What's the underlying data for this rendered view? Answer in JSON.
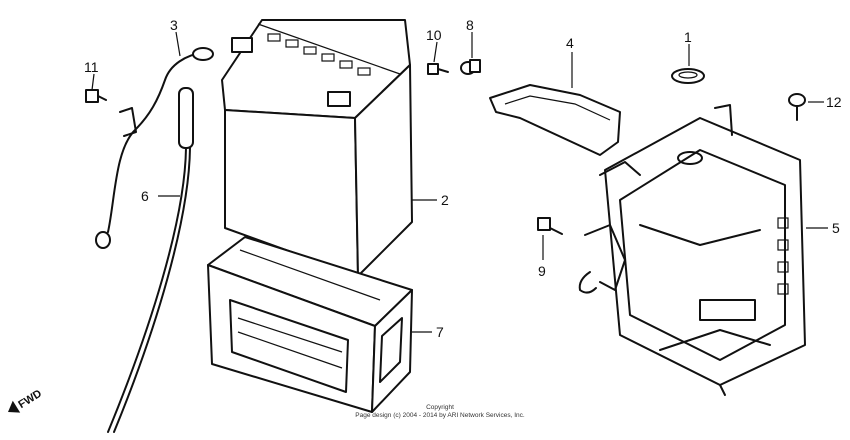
{
  "callouts": [
    {
      "id": "1",
      "label": "1"
    },
    {
      "id": "2",
      "label": "2"
    },
    {
      "id": "3",
      "label": "3"
    },
    {
      "id": "4",
      "label": "4"
    },
    {
      "id": "5",
      "label": "5"
    },
    {
      "id": "6",
      "label": "6"
    },
    {
      "id": "7",
      "label": "7"
    },
    {
      "id": "8",
      "label": "8"
    },
    {
      "id": "9",
      "label": "9"
    },
    {
      "id": "10",
      "label": "10"
    },
    {
      "id": "11",
      "label": "11"
    },
    {
      "id": "12",
      "label": "12"
    }
  ],
  "direction": {
    "label": "FWD"
  },
  "copyright": {
    "line1": "Copyright",
    "line2": "Page design (c) 2004 - 2014 by ARI Network Services, Inc."
  }
}
